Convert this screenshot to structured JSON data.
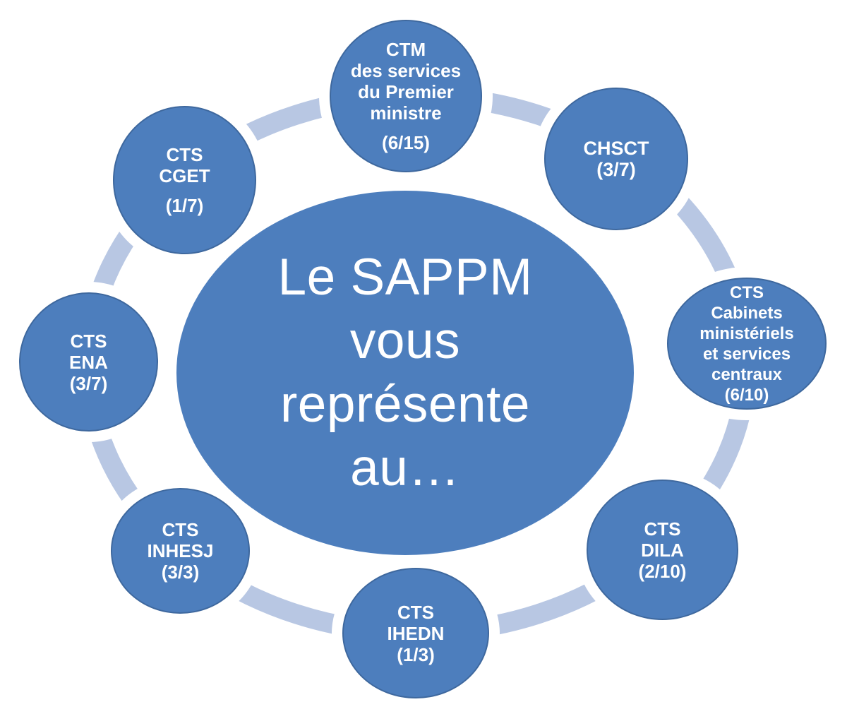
{
  "diagram": {
    "type": "cycle",
    "center": {
      "lines": [
        "Le SAPPM",
        "vous",
        "représente",
        "au…"
      ]
    },
    "satellites": [
      {
        "name": "ctm-services-premier-ministre",
        "lines": [
          "CTM",
          "des services",
          "du Premier",
          "ministre"
        ],
        "ratio": "(6/15)"
      },
      {
        "name": "chsct",
        "lines": [
          "CHSCT"
        ],
        "ratio": "(3/7)"
      },
      {
        "name": "cts-cabinets-ministeriels",
        "lines": [
          "CTS",
          "Cabinets",
          "ministériels",
          "et services",
          "centraux"
        ],
        "ratio": "(6/10)"
      },
      {
        "name": "cts-dila",
        "lines": [
          "CTS",
          "DILA"
        ],
        "ratio": "(2/10)"
      },
      {
        "name": "cts-ihedn",
        "lines": [
          "CTS",
          "IHEDN"
        ],
        "ratio": "(1/3)"
      },
      {
        "name": "cts-inhesj",
        "lines": [
          "CTS",
          "INHESJ"
        ],
        "ratio": "(3/3)"
      },
      {
        "name": "cts-ena",
        "lines": [
          "CTS",
          "ENA"
        ],
        "ratio": "(3/7)"
      },
      {
        "name": "cts-cget",
        "lines": [
          "CTS",
          "CGET"
        ],
        "ratio": "(1/7)"
      }
    ],
    "colors": {
      "node_fill": "#4d7ebd",
      "node_border": "#3e689e",
      "ring": "#b8c7e3",
      "text": "#ffffff"
    }
  }
}
